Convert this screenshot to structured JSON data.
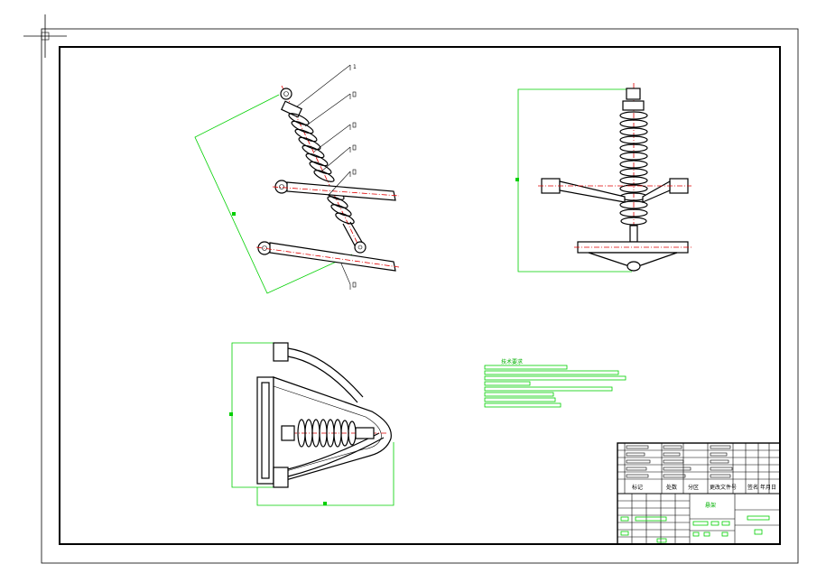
{
  "drawing": {
    "part_balloons": [
      "1",
      "",
      "",
      "",
      "",
      "",
      ""
    ],
    "tech_req_heading": "技术要求",
    "tech_req_lines": [
      "",
      "",
      "",
      "",
      "",
      ""
    ]
  },
  "title_block": {
    "header_cells": [
      "标记",
      "处数",
      "分区",
      "更改文件号",
      "签名",
      "年月日"
    ],
    "drawing_name": "悬架",
    "company": "",
    "drawing_number": ""
  },
  "colors": {
    "outline": "#000000",
    "dimension": "#00d000",
    "centerline": "#e00000"
  }
}
